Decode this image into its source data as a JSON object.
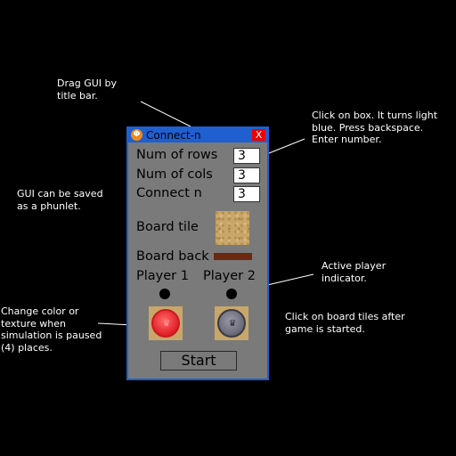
{
  "annotations": {
    "drag": "Drag GUI by\ntitle bar.",
    "click_box": "Click on box. It turns light\nblue. Press backspace.\nEnter number.",
    "phunlet": "GUI can be saved\nas a phunlet.",
    "active_player": "Active player\nindicator.",
    "change_color": "Change color or\ntexture when\nsimulation is paused\n(4) places.",
    "board_tiles": "Click on board tiles after\ngame is started."
  },
  "window": {
    "title": "Connect-n",
    "close_label": "X",
    "app_icon_glyph": "Φ"
  },
  "settings": {
    "rows_label": "Num of rows",
    "rows_value": "3",
    "cols_label": "Num of cols",
    "cols_value": "3",
    "connect_label": "Connect n",
    "connect_value": "3",
    "board_tile_label": "Board tile",
    "board_back_label": "Board back"
  },
  "players": {
    "p1_label": "Player 1",
    "p2_label": "Player 2"
  },
  "start_label": "Start",
  "colors": {
    "window_border": "#1f5fd0",
    "panel": "#7a7a7a",
    "player1": "#e3232b",
    "player2": "#6b6b7a",
    "board_back": "#6b2a10",
    "board_tile": "#c9a76a"
  }
}
